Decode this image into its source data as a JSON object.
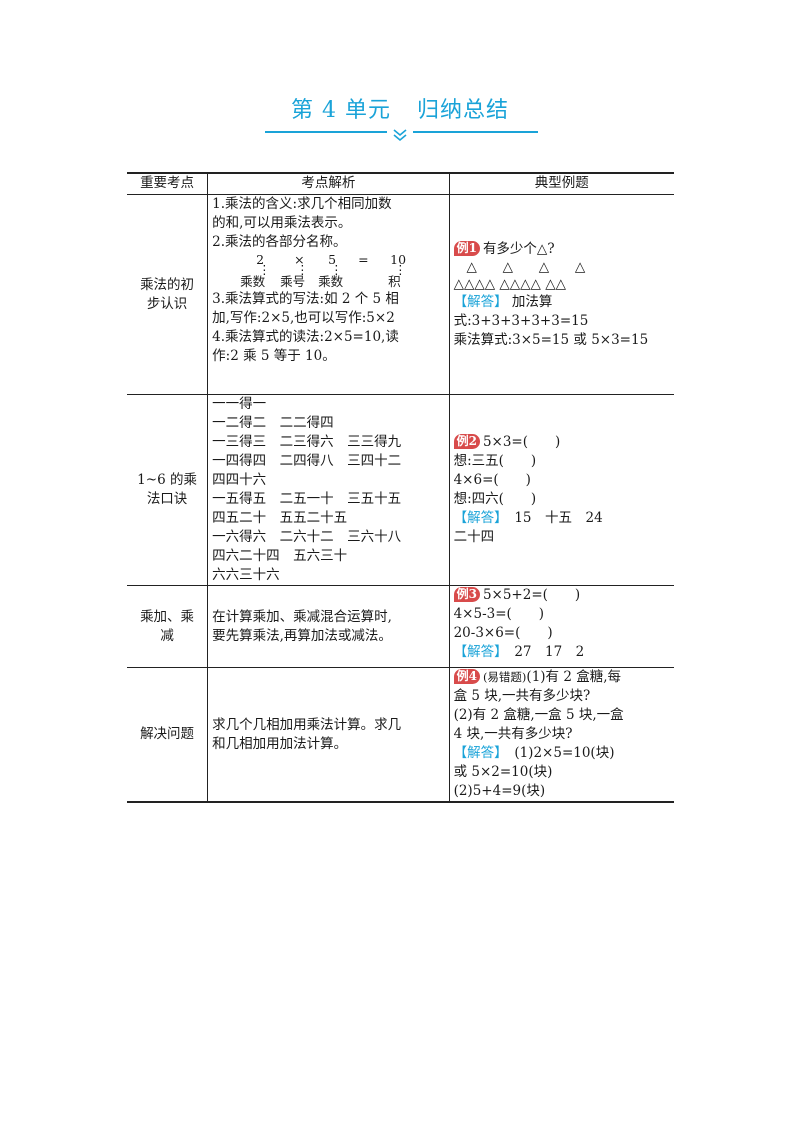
{
  "title": {
    "part1": "第 4 单元",
    "part2": "归纳总结"
  },
  "table": {
    "headers": [
      "重要考点",
      "考点解析",
      "典型例题"
    ],
    "rows": [
      {
        "topic": "乘法的初步认识",
        "analysis": [
          "1.乘法的含义:求几个相同加数",
          "的和,可以用乘法表示。",
          "2.乘法的各部分名称。"
        ],
        "parts_top": [
          "2",
          "×",
          "5",
          "=",
          "10"
        ],
        "parts_dots": [
          "⋮",
          "⋮",
          "⋮",
          "⋮"
        ],
        "parts_names": [
          "乘数",
          "乘号",
          "乘数",
          "积"
        ],
        "analysis2": [
          "3.乘法算式的写法:如 2 个 5 相",
          "加,写作:2×5,也可以写作:5×2",
          "4.乘法算式的读法:2×5=10,读",
          "作:2 乘 5 等于 10。"
        ],
        "badge": "例1",
        "example_q": "有多少个△?",
        "triangles": [
          "   △      △      △      △",
          "△△△△ △△△△ △△"
        ],
        "answer_label": "【解答】",
        "answer": [
          " 加法算",
          "式:3+3+3+3+3=15",
          "乘法算式:3×5=15 或 5×3=15"
        ]
      },
      {
        "topic": "1~6 的乘法口诀",
        "analysis": [
          "一一得一",
          "一二得二　二二得四",
          "一三得三　二三得六　三三得九",
          "一四得四　二四得八　三四十二",
          "四四十六",
          "一五得五　二五一十　三五十五",
          "四五二十　五五二十五",
          "一六得六　二六十二　三六十八",
          "四六二十四　五六三十",
          "六六三十六"
        ],
        "badge": "例2",
        "example": [
          "5×3=(　　)",
          "想:三五(　　)",
          "4×6=(　　)",
          "想:四六(　　)"
        ],
        "answer_label": "【解答】",
        "answer": [
          "　15　十五　24",
          "二十四"
        ]
      },
      {
        "topic": "乘加、乘减",
        "analysis": [
          "在计算乘加、乘减混合运算时,",
          "要先算乘法,再算加法或减法。"
        ],
        "badge": "例3",
        "example": [
          "5×5+2=(　　)",
          "4×5-3=(　　)",
          "20-3×6=(　　)"
        ],
        "answer_label": "【解答】",
        "answer": [
          "　27　17　2"
        ]
      },
      {
        "topic": "解决问题",
        "analysis": [
          "求几个几相加用乘法计算。求几",
          "和几相加用加法计算。"
        ],
        "badge": "例4",
        "tag": "(易错题)",
        "example": [
          "(1)有 2 盒糖,每",
          "盒 5 块,一共有多少块?",
          "(2)有 2 盒糖,一盒 5 块,一盒",
          "4 块,一共有多少块?"
        ],
        "answer_label": "【解答】",
        "answer": [
          "　(1)2×5=10(块)",
          "或 5×2=10(块)",
          "(2)5+4=9(块)"
        ]
      }
    ]
  },
  "colors": {
    "accent": "#1aa3d8",
    "badge": "#d84b4b"
  }
}
